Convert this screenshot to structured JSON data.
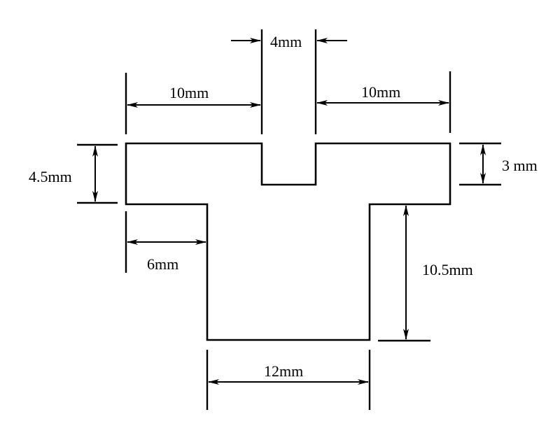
{
  "colors": {
    "stroke": "#000000",
    "background": "#ffffff"
  },
  "dimensions": {
    "slot_width": "4mm",
    "left_flange": "10mm",
    "right_flange": "10mm",
    "flange_thickness": "4.5mm",
    "slot_depth": "3 mm",
    "stem_offset": "6mm",
    "stem_height": "10.5mm",
    "stem_width": "12mm"
  }
}
